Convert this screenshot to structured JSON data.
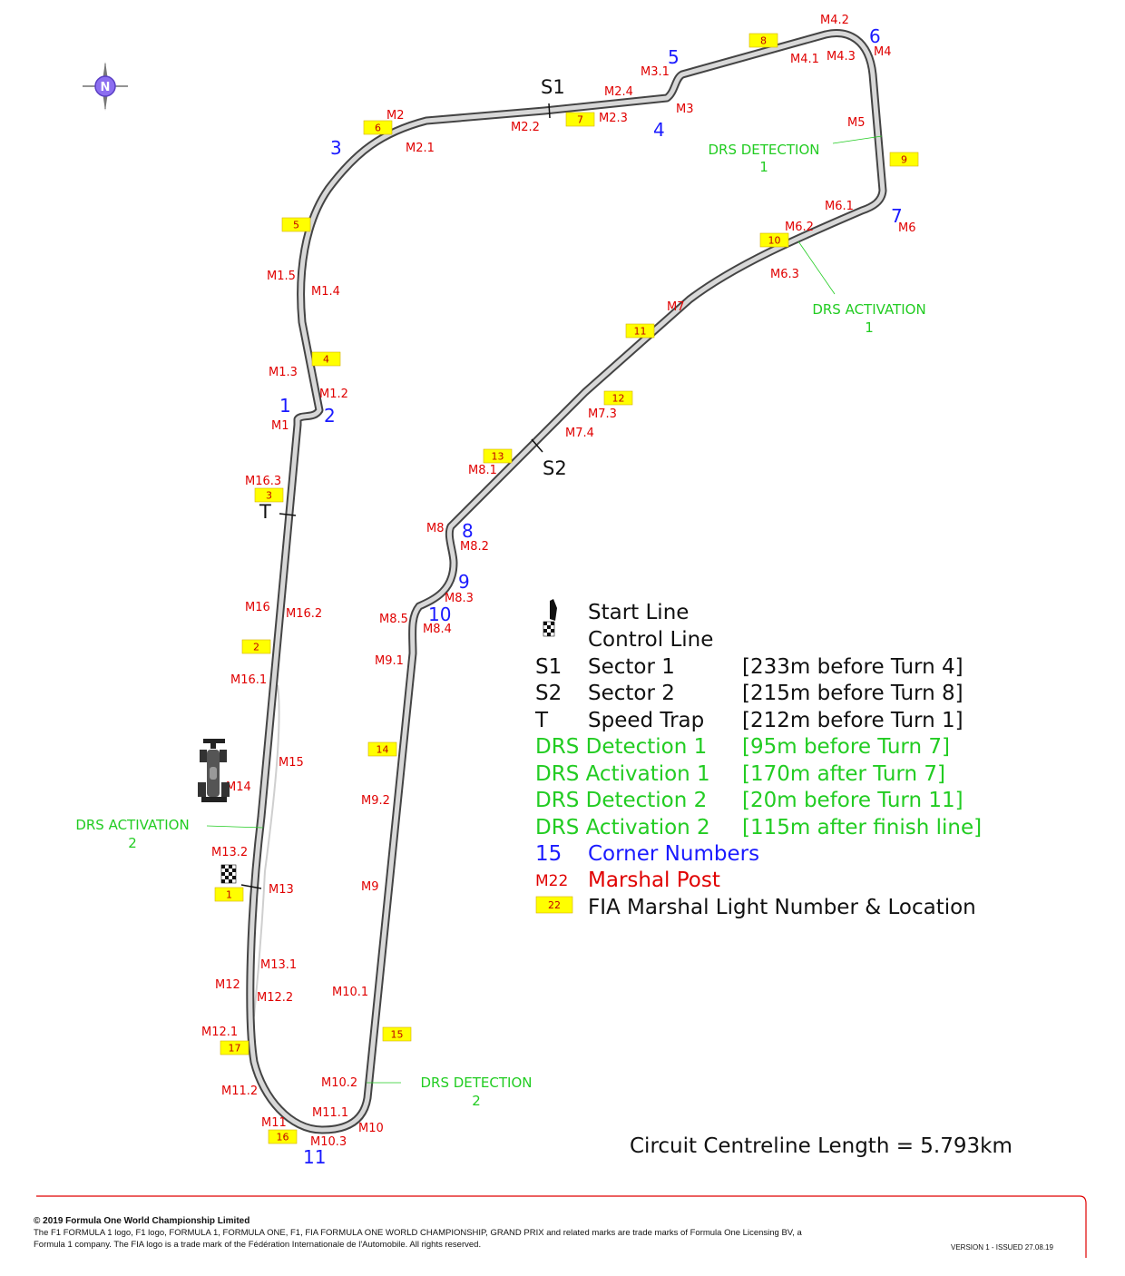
{
  "corner_numbers": [
    {
      "label": "1"
    },
    {
      "label": "2"
    },
    {
      "label": "3"
    },
    {
      "label": "4"
    },
    {
      "label": "5"
    },
    {
      "label": "6"
    },
    {
      "label": "7"
    },
    {
      "label": "8"
    },
    {
      "label": "9"
    },
    {
      "label": "10"
    },
    {
      "label": "11"
    }
  ],
  "marshal_posts": [
    "M1",
    "M1.2",
    "M1.3",
    "M1.4",
    "M1.5",
    "M2",
    "M2.1",
    "M2.2",
    "M2.3",
    "M2.4",
    "M3",
    "M3.1",
    "M4.2",
    "M4",
    "M4.1",
    "M4.3",
    "M5",
    "M6",
    "M6.1",
    "M6.2",
    "M6.3",
    "M7",
    "M7.3",
    "M7.4",
    "M8",
    "M8.1",
    "M8.2",
    "M8.3",
    "M8.4",
    "M8.5",
    "M9.1",
    "M9.2",
    "M9",
    "M10.1",
    "M10.2",
    "M10",
    "M10.3",
    "M11",
    "M11.1",
    "M11.2",
    "M12",
    "M12.1",
    "M12.2",
    "M13",
    "M13.1",
    "M13.2",
    "M14",
    "M15",
    "M16",
    "M16.1",
    "M16.2",
    "M16.3"
  ],
  "marshal_lights": [
    "1",
    "2",
    "3",
    "4",
    "5",
    "6",
    "7",
    "8",
    "9",
    "10",
    "11",
    "12",
    "13",
    "14",
    "15",
    "16",
    "17"
  ],
  "sector_labels": {
    "s1": "S1",
    "s2": "S2",
    "t": "T"
  },
  "drs_labels": {
    "detection1": [
      "DRS DETECTION",
      "1"
    ],
    "activation1": [
      "DRS ACTIVATION",
      "1"
    ],
    "activation2": [
      "DRS ACTIVATION",
      "2"
    ],
    "detection2": [
      "DRS DETECTION",
      "2"
    ]
  },
  "legend": {
    "start": "Start Line",
    "control": "Control Line",
    "rows": [
      {
        "code": "S1",
        "name": "Sector 1",
        "note": "[233m before Turn 4]"
      },
      {
        "code": "S2",
        "name": "Sector 2",
        "note": "[215m before Turn 8]"
      },
      {
        "code": "T",
        "name": "Speed Trap",
        "note": "[212m before Turn 1]"
      },
      {
        "code": "",
        "name": "DRS Detection 1",
        "note": "[95m before Turn 7]"
      },
      {
        "code": "",
        "name": "DRS Activation 1",
        "note": "[170m after Turn 7]"
      },
      {
        "code": "",
        "name": "DRS Detection 2",
        "note": "[20m before Turn 11]"
      },
      {
        "code": "",
        "name": "DRS Activation 2",
        "note": "[115m after finish line]"
      }
    ],
    "corner_code": "15",
    "corner_text": "Corner Numbers",
    "marshal_code": "M22",
    "marshal_text": "Marshal Post",
    "light_code": "22",
    "light_text": "FIA Marshal Light Number & Location"
  },
  "compass": "N",
  "length_text": "Circuit Centreline Length = 5.793km",
  "footer": {
    "copyright": "© 2019 Formula One World Championship Limited",
    "line1": "The F1 FORMULA 1 logo, F1 logo, FORMULA 1, FORMULA ONE, F1, FIA FORMULA ONE WORLD CHAMPIONSHIP, GRAND PRIX and related marks are trade marks of Formula One Licensing BV, a",
    "line2": "Formula 1 company. The FIA logo is a trade mark of the Fédération Internationale de l'Automobile. All rights reserved.",
    "version": "VERSION 1 - ISSUED 27.08.19"
  },
  "colors": {
    "corner": "#1a1aff",
    "marshal": "#e00000",
    "drs": "#22cc22",
    "light": "#ffff00",
    "track": "#cccccc",
    "border": "#e00000"
  }
}
